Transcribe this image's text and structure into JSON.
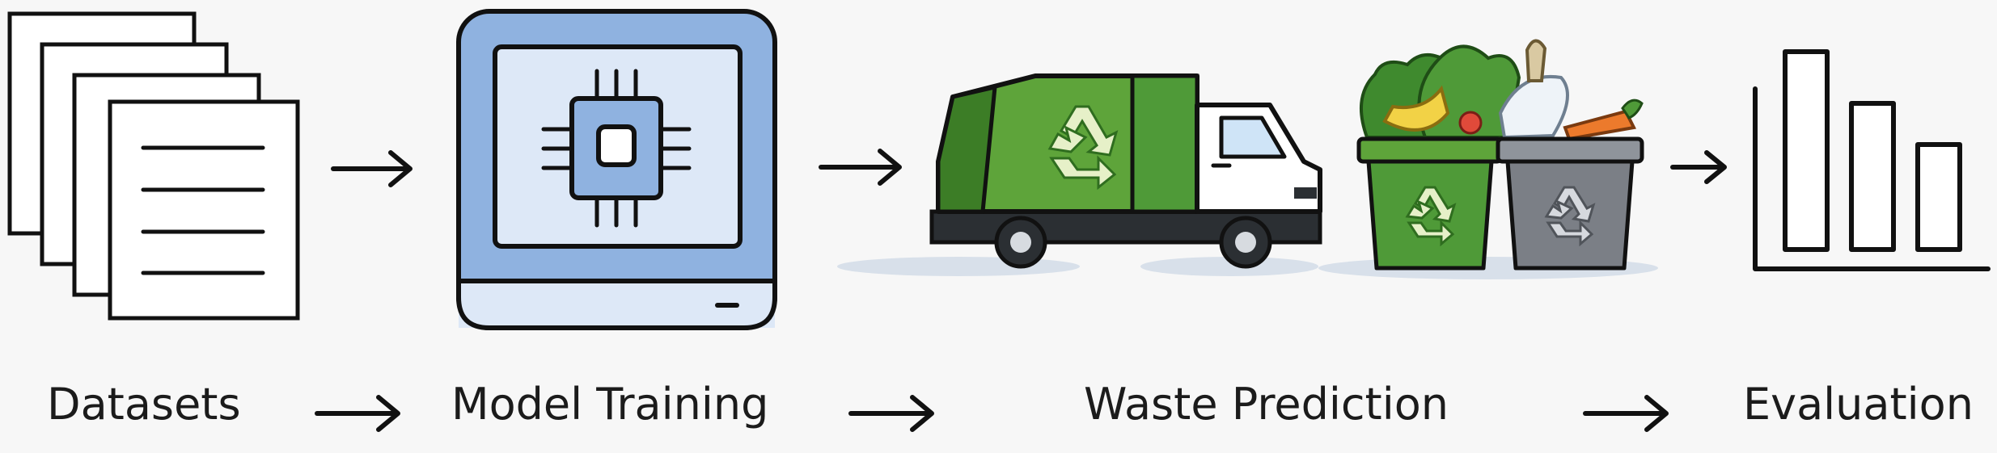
{
  "stages": [
    {
      "id": "datasets",
      "label": "Datasets",
      "icon": "document-stack-icon"
    },
    {
      "id": "model-training",
      "label": "Model Training",
      "icon": "chip-monitor-icon"
    },
    {
      "id": "waste-prediction",
      "label": "Waste Prediction",
      "icon": "garbage-truck-and-bins-icon"
    },
    {
      "id": "evaluation",
      "label": "Evaluation",
      "icon": "bar-chart-icon"
    }
  ],
  "colors": {
    "background": "#f7f7f7",
    "line": "#111111",
    "monitor_blue": "#8fb2e0",
    "monitor_screen": "#dde8f7",
    "truck_green": "#5ea43a",
    "truck_green_dark": "#3c7d26",
    "bin_green": "#4f9a38",
    "bin_gray": "#7b7f86"
  }
}
